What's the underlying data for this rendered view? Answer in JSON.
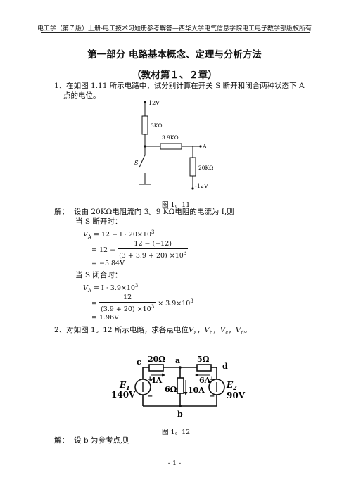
{
  "header": "电工学（第７版）上册-电工技术习题册参考解答—西华大学电气信息学院电工电子教学部版权所有",
  "title": "第一部分  电路基本概念、定理与分析方法",
  "subtitle": "（教材第１、２章）",
  "problem1": {
    "line1": "1、在如图 1.11 所示电路中，试分别计算在开关 S 断开和闭合两种状态下 A",
    "line2": "点的电位。",
    "fig": {
      "v_top": "12V",
      "r1": "3KΩ",
      "r2": "3.9KΩ",
      "node": "A",
      "switch": "S",
      "r3": "20KΩ",
      "v_bottom": "-12V"
    },
    "caption": "图 1。11"
  },
  "solution1": {
    "label": "解：",
    "intro": "设由 20KΩ电阻流向 3。9 KΩ电阻的电流为 I,则",
    "open_case": "当 S 断开时：",
    "eq1_lhs": "V",
    "eq1_sub": "A",
    "eq1_a": "= 12 − I · 20×10",
    "exp3": "3",
    "eq1_b": "= 12 −",
    "eq1_b_num": "12 − (−12)",
    "eq1_b_den": "(3 + 3.9 + 20) ×10",
    "eq1_c": "= −5.84V",
    "closed_case": "当 S 闭合时：",
    "eq2_a": "= I · 3.9×10",
    "eq2_b": "=",
    "eq2_b_num": "12",
    "eq2_b_den": "(3.9 + 20) ×10",
    "eq2_b_tail": "× 3.9×10",
    "eq2_c": "= 1.96V"
  },
  "problem2": {
    "line": "2、对如图 1。12 所示电路，求各点电位",
    "va": "V",
    "a": "a",
    "vb": "V",
    "b": "b",
    "vc": "V",
    "c": "c",
    "vd": "V",
    "d": "d",
    "sep": "，",
    "end": "。",
    "fig": {
      "node_c": "c",
      "node_a": "a",
      "node_d": "d",
      "node_b": "b",
      "r1": "20Ω",
      "r2": "5Ω",
      "r3": "6Ω",
      "i1": "4A",
      "i2": "6A",
      "i3": "10A",
      "e1": "E",
      "e1_sub": "1",
      "e1_val": "140V",
      "e2": "E",
      "e2_sub": "2",
      "e2_val": "90V",
      "plus": "+",
      "minus": "−"
    },
    "caption": "图 1。12"
  },
  "solution2": {
    "label": "解：",
    "text": "设 b 为参考点,则"
  },
  "footer": "- 1 -"
}
